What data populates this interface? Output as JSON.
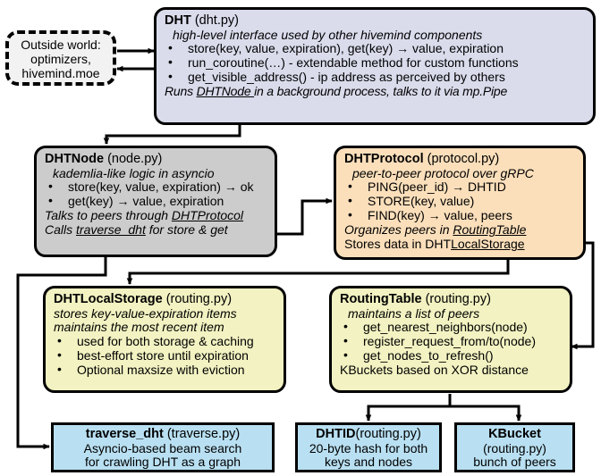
{
  "diagram": {
    "title": "hivemind DHT architecture",
    "colors": {
      "dht_fill": "#dadcec",
      "node_fill": "#cccccc",
      "protocol_fill": "#fbdfbb",
      "storage_fill": "#f2f2c2",
      "routing_fill": "#f2f2c2",
      "leaf_fill": "#b9e0f2",
      "outside_fill": "#f2f2f2",
      "stroke": "#000000"
    }
  },
  "outside_world": {
    "line1": "Outside world:",
    "line2": "optimizers,",
    "line3": "hivemind.moe"
  },
  "dht": {
    "name": "DHT",
    "module": "(dht.py)",
    "subtitle": "high-level interface used by other hivemind components",
    "bullets": [
      "store(key, value, expiration), get(key) → value, expiration",
      "run_coroutine(…) - extendable method for custom functions",
      "get_visible_address() - ip address as perceived by others"
    ],
    "footer_pre": "Runs ",
    "footer_link": "DHTNode ",
    "footer_post": "in a background process, talks to it via mp.Pipe"
  },
  "dht_node": {
    "name": "DHTNode",
    "module": "(node.py)",
    "subtitle": "kademlia-like logic in asyncio",
    "bullets": [
      "store(key, value, expiration) → ok",
      "get(key) → value, expiration"
    ],
    "footer1_pre": "Talks to peers through ",
    "footer1_link": "DHTProtocol",
    "footer2_pre": "Calls ",
    "footer2_link": "traverse_dht",
    "footer2_post": " for store & get"
  },
  "dht_protocol": {
    "name": "DHTProtocol",
    "module": "(protocol.py)",
    "subtitle": "peer-to-peer protocol over gRPC",
    "bullets": [
      "PING(peer_id) → DHTID",
      "STORE(key, value)",
      "FIND(key) → value, peers"
    ],
    "footer1_pre": "Organizes peers in ",
    "footer1_link": "RoutingTable",
    "footer2_pre": "Stores data in DHT",
    "footer2_link": "LocalStorage"
  },
  "local_storage": {
    "name": "DHTLocalStorage",
    "module": "(routing.py)",
    "subtitle1": "stores key-value-expiration items",
    "subtitle2": "maintains the most recent item",
    "bullets": [
      "used for both storage & caching",
      "best-effort store until expiration",
      "Optional maxsize with eviction"
    ]
  },
  "routing_table": {
    "name": "RoutingTable",
    "module": "(routing.py)",
    "subtitle": "maintains a list of peers",
    "bullets": [
      "get_nearest_neighbors(node)",
      "register_request_from/to(node)",
      "get_nodes_to_refresh()"
    ],
    "footer": "KBuckets based on XOR distance"
  },
  "traverse_dht": {
    "name": "traverse_dht",
    "module": "(traverse.py)",
    "line1": "Asyncio-based beam search",
    "line2": "for crawling DHT as a graph"
  },
  "dhtid": {
    "name": "DHTID",
    "module": "(routing.py)",
    "line1": "20-byte hash for both",
    "line2": "keys and nodes"
  },
  "kbucket": {
    "name": "KBucket",
    "module": "(routing.py)",
    "line1": "bunch of peers"
  }
}
